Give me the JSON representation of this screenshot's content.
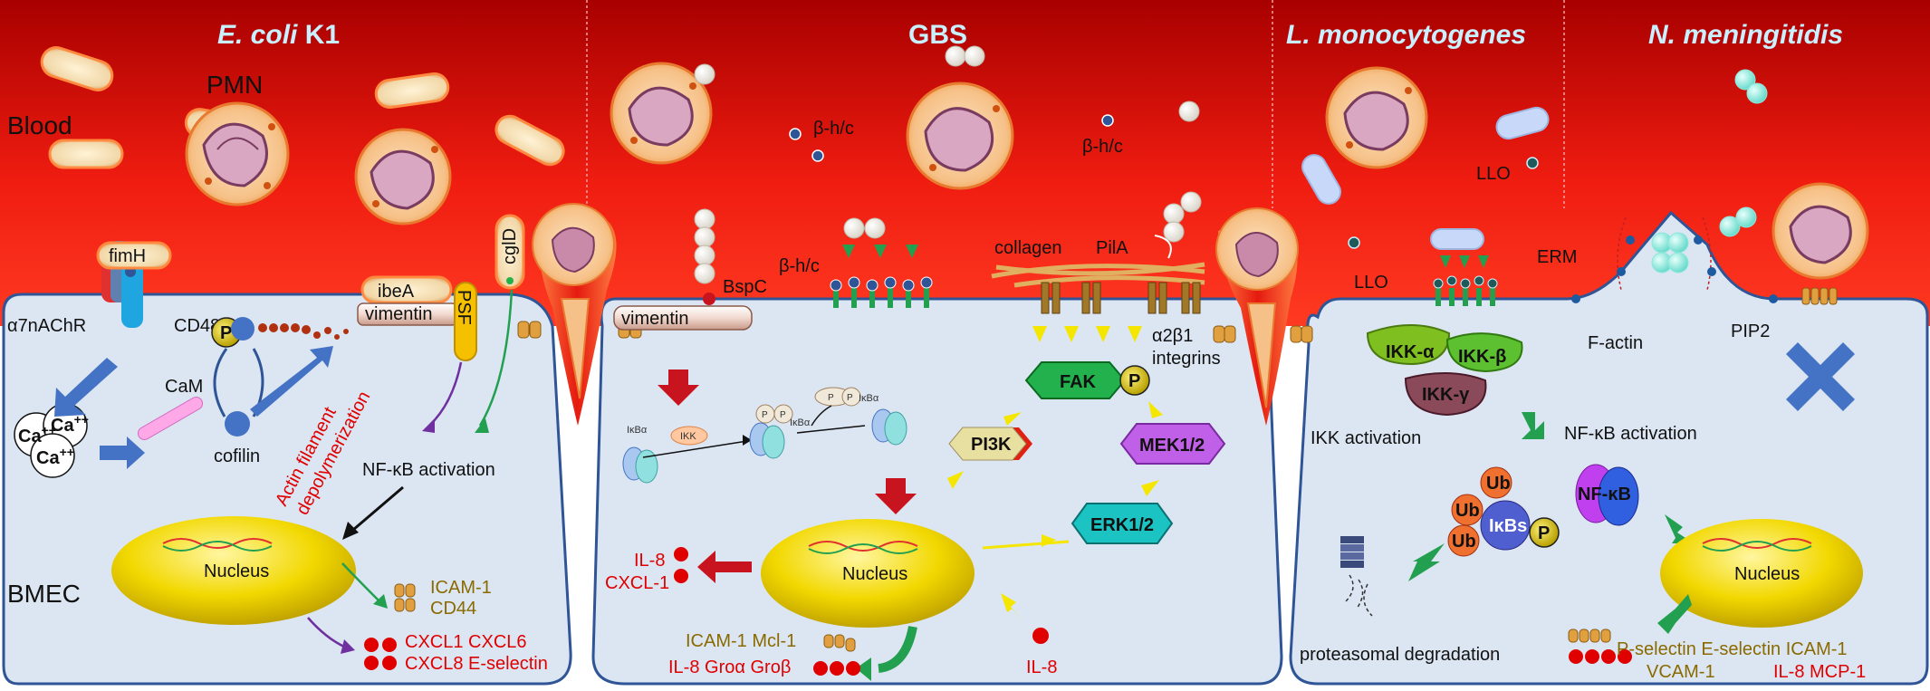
{
  "panels": {
    "ecoli": {
      "title_italic": "E. coli",
      "title_rest": " K1"
    },
    "gbs": {
      "title": "GBS"
    },
    "listeria": {
      "title": "L. monocytogenes"
    },
    "neisseria": {
      "title": "N. meningitidis"
    }
  },
  "labels": {
    "blood": "Blood",
    "bmec": "BMEC",
    "pmn": "PMN",
    "fimh": "fimH",
    "a7nachr": "α7nAChR",
    "cd48": "CD48",
    "cam": "CaM",
    "ca1": "Ca",
    "ca1_sup": "++",
    "ca2": "Ca",
    "ca2_sup": "++",
    "ca3": "Ca",
    "ca3_sup": "++",
    "p": "P",
    "cofilin": "cofilin",
    "actin_line1": "Actin filament",
    "actin_line2": "depolymerization",
    "ibea": "ibeA",
    "vimentin_ecoli": "vimentin",
    "psf": "PSF",
    "cgld": "cglD",
    "nfkb_activation_ecoli": "NF-κB activation",
    "nucleus": "Nucleus",
    "icam1_cd44": [
      "ICAM-1",
      "CD44"
    ],
    "cxcl_line1": "CXCL1 CXCL6",
    "cxcl_line2": "CXCL8 E-selectin",
    "bspc": "BspC",
    "vimentin_gbs": "vimentin",
    "bhc1": "β-h/c",
    "bhc2": "β-h/c",
    "bhc3": "β-h/c",
    "ikba": "IκBα",
    "ikk": "IKK",
    "collagen": "collagen",
    "pila": "PilA",
    "integrins_line1": "α2β1",
    "integrins_line2": "integrins",
    "fak": "FAK",
    "pi3k": "PI3K",
    "mek": "MEK1/2",
    "erk": "ERK1/2",
    "il8_cxcl1": [
      "IL-8",
      "CXCL-1"
    ],
    "gbs_out_line1": "ICAM-1   Mcl-1",
    "gbs_out_line2": "IL-8  Groα  Groβ",
    "il8_right": "IL-8",
    "llo1": "LLO",
    "llo2": "LLO",
    "ikk_alpha": "IKK-α",
    "ikk_beta": "IKK-β",
    "ikk_gamma": "IKK-γ",
    "ikk_activation": "IKK activation",
    "nfkb_activation_lm": "NF-κB activation",
    "nfkb": "NF-κB",
    "ub": "Ub",
    "ikbs": "IκBs",
    "proteasomal": "proteasomal degradation",
    "erm": "ERM",
    "factin": "F-actin",
    "pip2": "PIP2",
    "lm_out_line1": "P-selectin E-selectin ICAM-1",
    "lm_out_line2a": "VCAM-1",
    "lm_out_line2b": "IL-8 MCP-1"
  },
  "colors": {
    "blood": "#ef1c10",
    "cell": "#dce6f3",
    "border": "#2f5597",
    "title": "#c9f0ff",
    "nucleus": "#f0d800",
    "red_text": "#e00000",
    "olive_text": "#8a6a00",
    "fak": "#22b14c",
    "mek": "#c05fe8",
    "erk": "#1cc3c3",
    "arrow_red": "#c8141e",
    "arrow_green": "#2aa060",
    "arrow_blue": "#4472c4",
    "arrow_yellow": "#f5e600"
  },
  "icons": [
    "bacteria-rod",
    "streptococci-chain",
    "diplococci",
    "neutrophil",
    "nucleus-ellipse",
    "proteasome",
    "block-x"
  ]
}
